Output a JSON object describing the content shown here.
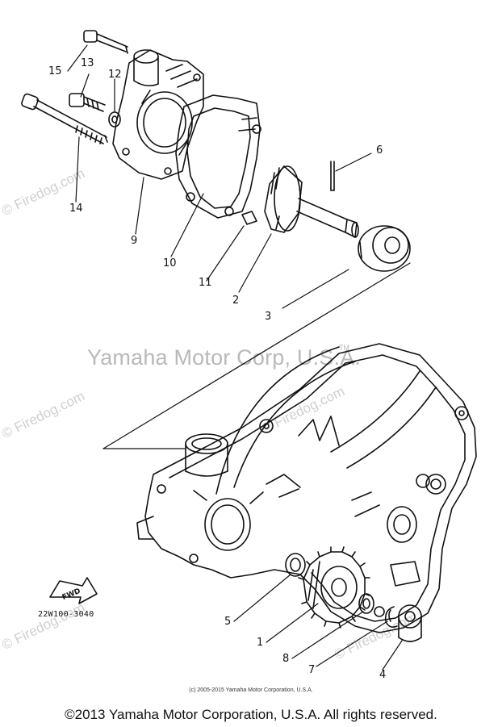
{
  "watermark": {
    "main": "Yamaha Motor Corp, U.S.A.",
    "tm": "TM",
    "firedog": "© Firedog.com"
  },
  "callouts": {
    "c1": "1",
    "c2": "2",
    "c3": "3",
    "c4": "4",
    "c5": "5",
    "c6": "6",
    "c7": "7",
    "c8": "8",
    "c9": "9",
    "c10": "10",
    "c11": "11",
    "c12": "12",
    "c13": "13",
    "c14": "14",
    "c15": "15"
  },
  "fwd_label": "FWD",
  "diagram_code": "22W100-3040",
  "small_copyright": "(c) 2005-2015 Yamaha Motor Corporation, U.S.A.",
  "footer": "©2013 Yamaha Motor Corporation, U.S.A. All rights reserved."
}
